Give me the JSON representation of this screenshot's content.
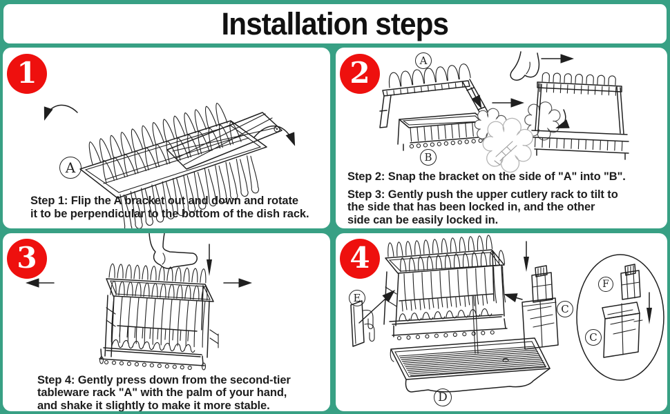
{
  "title": "Installation steps",
  "colors": {
    "background": "#38A084",
    "panel": "#FFFFFF",
    "badge_red": "#EE100E",
    "ink": "#1F1F1F"
  },
  "icons": {
    "curved_arrow": "⤻",
    "arrow_right": "→",
    "arrow_left": "←",
    "arrow_down": "↓",
    "pressing_hand": "✋",
    "pointing_hand": "☛",
    "magnifier_cloud": "☁"
  },
  "panels": {
    "p1": {
      "number": "1",
      "part_label": "A",
      "caption": "Step 1: Flip the A bracket out and down and rotate\nit to be perpendicular to the bottom of the dish rack."
    },
    "p2": {
      "number": "2",
      "part_label_top": "A",
      "part_label_bottom": "B",
      "caption_step2": "Step 2: Snap the bracket on the side of \"A\" into \"B\".",
      "caption_step3": "Step 3: Gently push the upper cutlery rack to tilt to\nthe side that has been locked in, and the other\nside can be easily locked in."
    },
    "p3": {
      "number": "3",
      "caption": "Step 4: Gently press down from the second-tier\ntableware rack \"A\" with the palm of your hand,\nand shake it slightly to make it more stable."
    },
    "p4": {
      "number": "4",
      "labels": {
        "e": "E",
        "c": "C",
        "d": "D",
        "f": "F",
        "c_detail": "C"
      }
    }
  }
}
